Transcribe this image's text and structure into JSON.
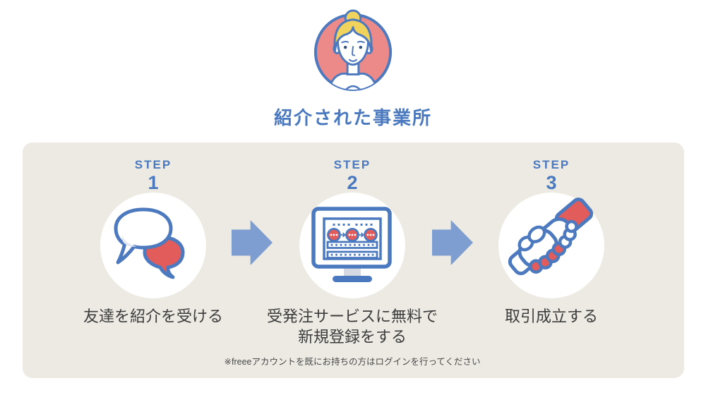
{
  "header": {
    "title": "紹介された事業所"
  },
  "panel": {
    "steps": [
      {
        "step_label": "STEP",
        "number": "1",
        "icon": "speech-bubbles-icon",
        "caption": "友達を紹介を受ける"
      },
      {
        "step_label": "STEP",
        "number": "2",
        "icon": "order-service-monitor-icon",
        "caption": "受発注サービスに無料で\n新規登録をする",
        "note": "※freeeアカウントを既にお持ちの方はログインを行ってください"
      },
      {
        "step_label": "STEP",
        "number": "3",
        "icon": "handshake-icon",
        "caption": "取引成立する"
      }
    ]
  },
  "icons": {
    "avatar": "woman-avatar-icon",
    "arrow": "right-arrow-icon"
  },
  "colors": {
    "accent_blue": "#4B79BF",
    "outline_blue": "#4D79BE",
    "arrow_blue": "#7E9DD1",
    "accent_red": "#E25C5C",
    "panel_bg": "#ECEAE3",
    "avatar_pink": "#EB8A89",
    "hair_yellow": "#EFD35D",
    "text_dark": "#3C3C3C",
    "note_text": "#4A4A4A"
  }
}
